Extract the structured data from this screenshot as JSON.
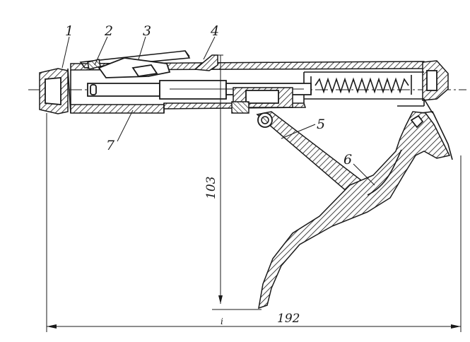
{
  "labels": {
    "l1": "1",
    "l2": "2",
    "l3": "3",
    "l4": "4",
    "l5": "5",
    "l6": "6",
    "l7": "7"
  },
  "dimensions": {
    "height": "103",
    "length": "192",
    "small_mark": "i"
  },
  "colors": {
    "ink": "#1a1a1a",
    "paper": "#ffffff"
  }
}
